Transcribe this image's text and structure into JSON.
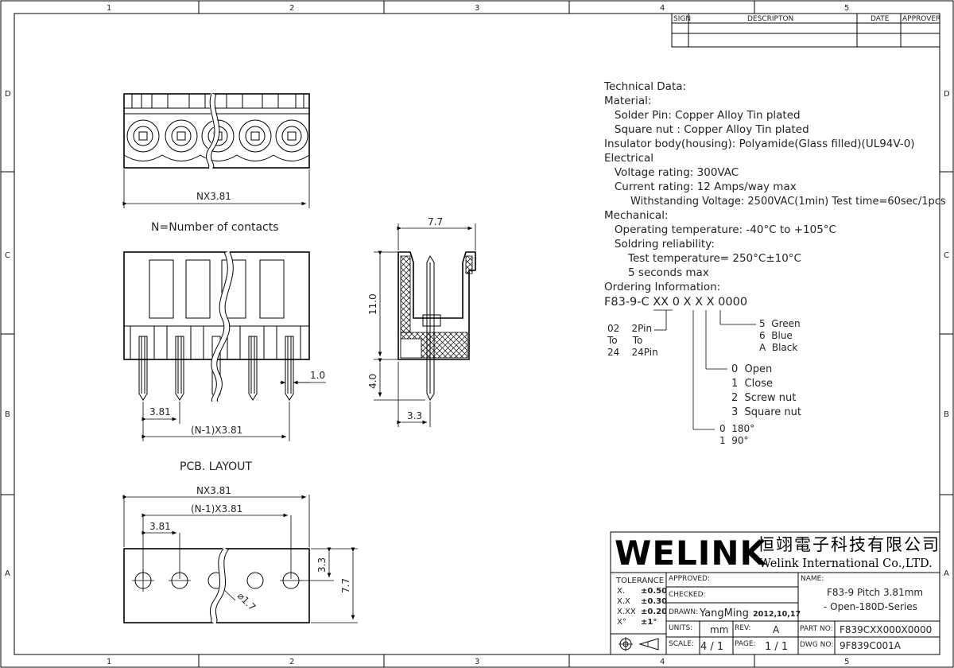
{
  "border": {
    "columns": [
      "1",
      "2",
      "3",
      "4",
      "5"
    ],
    "rows": [
      "D",
      "C",
      "B",
      "A"
    ]
  },
  "revision_table": {
    "headers": [
      "SIGN",
      "DESCRIPTON",
      "DATE",
      "APPROVER"
    ]
  },
  "views": {
    "num_contacts": "N=Number of contacts",
    "pcb_layout": "PCB. LAYOUT",
    "dim_nx381": "NX3.81",
    "dim_n1x381": "(N-1)X3.81",
    "dim_381": "3.81",
    "dim_10": "1.0",
    "dim_77": "7.7",
    "dim_110": "11.0",
    "dim_40": "4.0",
    "dim_33": "3.3",
    "dim_d17": "⌀1.7"
  },
  "tech": {
    "lines": [
      "Technical Data:",
      "Material:",
      "   Solder Pin: Copper Alloy Tin plated",
      "   Square nut : Copper Alloy Tin plated",
      "Insulator body(housing): Polyamide(Glass filled)(UL94V-0)",
      "Electrical",
      "   Voltage rating: 300VAC",
      "   Current rating: 12 Amps/way max",
      "        Withstanding Voltage: 2500VAC(1min) Test time=60sec/1pcs",
      "Mechanical:",
      "   Operating temperature: -40°C to +105°C",
      "   Soldring reliability:",
      "       Test temperature= 250°C±10°C",
      "       5 seconds max",
      "Ordering Information:"
    ]
  },
  "ordering": {
    "code": "F83-9-C XX 0 X X X 0000",
    "pins": [
      "02    2Pin",
      "To     To",
      "24    24Pin"
    ],
    "colors": [
      "5  Green",
      "6  Blue",
      "A  Black"
    ],
    "options": [
      "0  Open",
      "1  Close",
      "2  Screw nut",
      "3  Square nut"
    ],
    "angles": [
      "0  180°",
      "1  90°"
    ]
  },
  "title_block": {
    "brand": "WELINK",
    "company_cn": "恒翊電子科技有限公司",
    "company_en": "Welink International Co.,LTD.",
    "tolerance_label": "TOLERANCE",
    "tolerances": [
      [
        "X.",
        "±0.50"
      ],
      [
        "X.X",
        "±0.30"
      ],
      [
        "X.XX",
        "±0.20"
      ],
      [
        "X°",
        "±1°"
      ]
    ],
    "approved_label": "APPROVED:",
    "checked_label": "CHECKED:",
    "drawn_label": "DRAWN:",
    "drawn_by": "YangMing",
    "drawn_date": "2012,10,17",
    "units_label": "UNITS:",
    "units": "mm",
    "rev_label": "REV:",
    "rev": "A",
    "scale_label": "SCALE:",
    "scale": "4 / 1",
    "page_label": "PAGE:",
    "page": "1 / 1",
    "name_label": "NAME:",
    "name_line1": "F83-9 Pitch 3.81mm",
    "name_line2": "- Open-180D-Series",
    "part_no_label": "PART NO:",
    "part_no": "F839CXX000X0000",
    "dwg_no_label": "DWG NO:",
    "dwg_no": "9F839C001A"
  }
}
